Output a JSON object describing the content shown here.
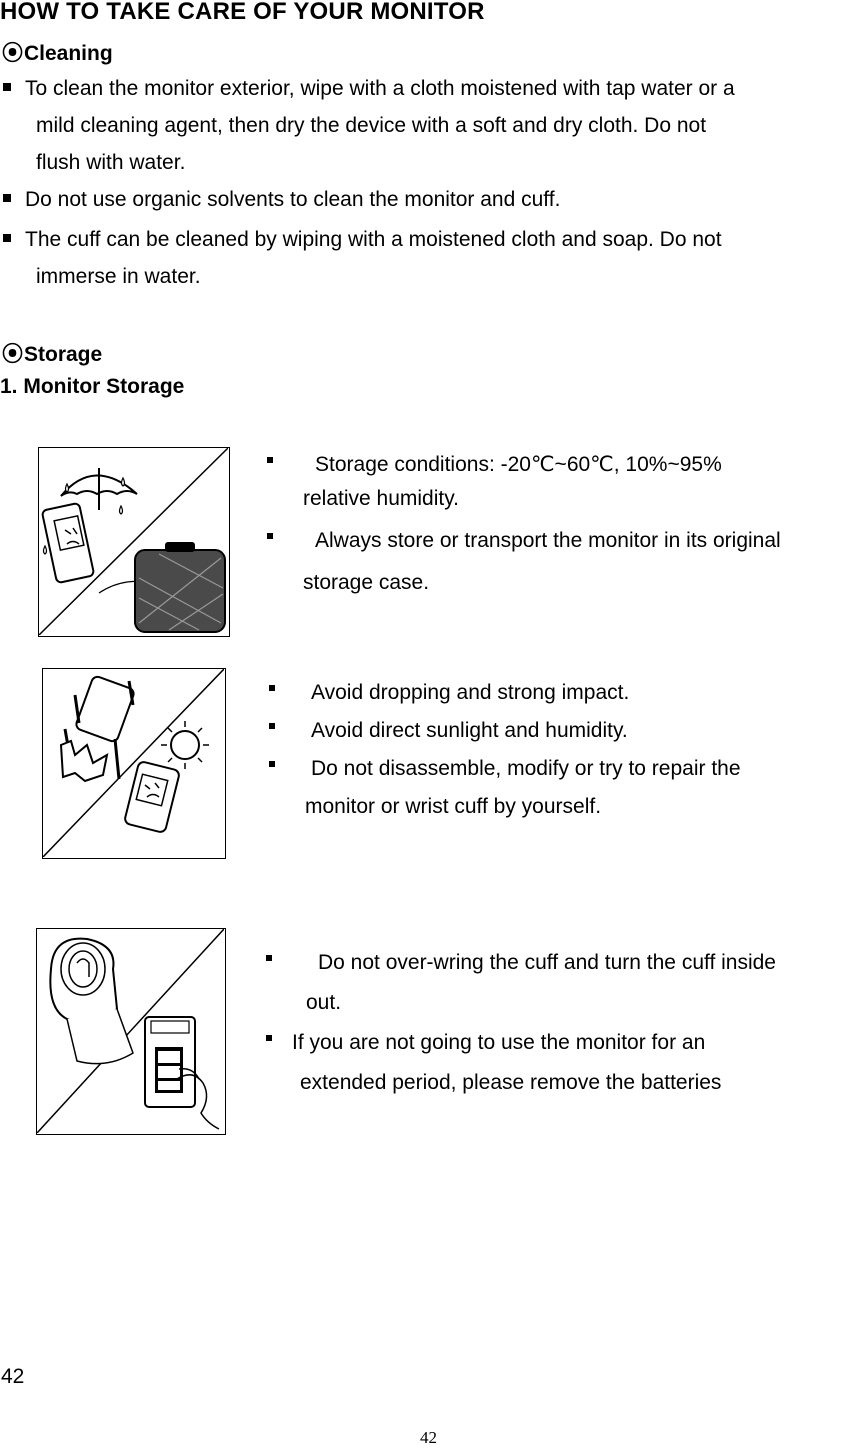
{
  "title": "HOW TO TAKE CARE OF YOUR MONITOR",
  "cleaning": {
    "heading_symbol": "⦿",
    "heading": "Cleaning",
    "items": [
      {
        "line1": "To clean the monitor exterior, wipe with a cloth moistened with tap water or a",
        "line2": "mild cleaning agent, then dry the device with a soft and dry cloth. Do not",
        "line3": "flush with water."
      },
      {
        "line1": "Do not use organic solvents to clean the monitor and cuff."
      },
      {
        "line1": "The cuff can be cleaned by wiping with a moistened cloth and soap. Do not",
        "line2": "immerse in water."
      }
    ]
  },
  "storage": {
    "heading_symbol": "⦿",
    "heading": "Storage",
    "subheading": "1. Monitor Storage",
    "block1": {
      "items": [
        {
          "line1": "Storage conditions: -20℃~60℃, 10%~95%",
          "line2": "relative humidity."
        },
        {
          "line1": "Always store or transport the monitor in its original",
          "line2": "storage case."
        }
      ]
    },
    "block2": {
      "items": [
        {
          "line1": "Avoid dropping and strong impact."
        },
        {
          "line1": "Avoid direct sunlight and humidity."
        },
        {
          "line1": "Do not disassemble, modify or try to repair the",
          "line2": "monitor or wrist cuff by yourself."
        }
      ]
    },
    "block3": {
      "items": [
        {
          "line1": "Do not over-wring the cuff and turn the cuff inside",
          "line2": "out."
        },
        {
          "line1": "If you are not going to use the monitor for an",
          "line2": "extended period, please remove the batteries"
        }
      ]
    }
  },
  "page_number": "42",
  "footer_page_number": "42"
}
